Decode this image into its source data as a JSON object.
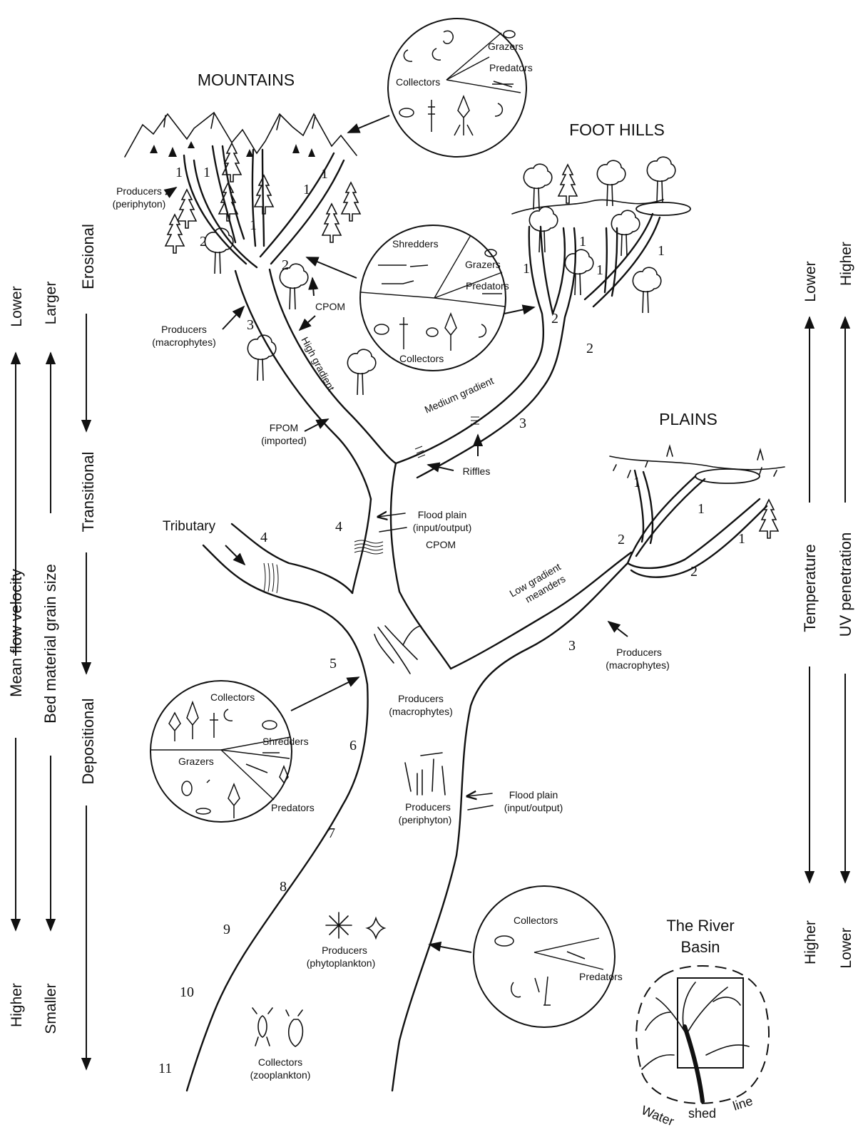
{
  "regions": {
    "mountains": "MOUNTAINS",
    "foothills": "FOOT  HILLS",
    "plains": "PLAINS",
    "basin_l1": "The River",
    "basin_l2": "Basin"
  },
  "watershed": {
    "w1": "Water",
    "w2": "shed",
    "w3": "line"
  },
  "left_axes": {
    "velocity": {
      "label": "Mean flow velocity",
      "top": "Lower",
      "bottom": "Higher"
    },
    "grain": {
      "label": "Bed material grain size",
      "top": "Larger",
      "bottom": "Smaller"
    },
    "zones": {
      "erosional": "Erosional",
      "transitional": "Transitional",
      "depositional": "Depositional"
    }
  },
  "right_axes": {
    "temperature": {
      "label": "Temperature",
      "top": "Lower",
      "bottom": "Higher"
    },
    "uv": {
      "label": "UV penetration",
      "top": "Higher",
      "bottom": "Lower"
    }
  },
  "labels": {
    "prod_periphyton_top": [
      "Producers",
      "(periphyton)"
    ],
    "prod_macro_left": [
      "Producers",
      "(macrophytes)"
    ],
    "cpom": "CPOM",
    "high_gradient": "High gradient",
    "medium_gradient": "Medium gradient",
    "fpom": [
      "FPOM",
      "(imported)"
    ],
    "riffles": "Riffles",
    "flood_plain_top": [
      "Flood plain",
      "(input/output)",
      "CPOM"
    ],
    "tributary": "Tributary",
    "low_gradient": [
      "Low gradient",
      "meanders"
    ],
    "prod_macro_right": [
      "Producers",
      "(macrophytes)"
    ],
    "prod_macro_mid": [
      "Producers",
      "(macrophytes)"
    ],
    "prod_periphyton_mid": [
      "Producers",
      "(periphyton)"
    ],
    "flood_plain_mid": [
      "Flood plain",
      "(input/output)"
    ],
    "prod_phyto": [
      "Producers",
      "(phytoplankton)"
    ],
    "coll_zoo": [
      "Collectors",
      "(zooplankton)"
    ]
  },
  "circles": {
    "c1": {
      "collectors": "Collectors",
      "grazers": "Grazers",
      "predators": "Predators"
    },
    "c2": {
      "shredders": "Shredders",
      "grazers": "Grazers",
      "predators": "Predators",
      "collectors": "Collectors"
    },
    "c3": {
      "collectors": "Collectors",
      "shredders": "Shredders",
      "grazers": "Grazers",
      "predators": "Predators"
    },
    "c4": {
      "collectors": "Collectors",
      "predators": "Predators"
    }
  },
  "stream_orders": {
    "m1a": "1",
    "m1b": "1",
    "m1c": "1",
    "m1d": "1",
    "m1e": "1",
    "m2a": "2",
    "m2b": "2",
    "m3": "3",
    "f1a": "1",
    "f1b": "1",
    "f1c": "1",
    "f1d": "1",
    "f2a": "2",
    "f2b": "2",
    "f3": "3",
    "p1a": "1",
    "p1b": "1",
    "p1c": "1",
    "p2a": "2",
    "p2b": "2",
    "p3": "3",
    "s4a": "4",
    "s4b": "4",
    "s5": "5",
    "s6": "6",
    "s7": "7",
    "s8": "8",
    "s9": "9",
    "s10": "10",
    "s11": "11"
  }
}
